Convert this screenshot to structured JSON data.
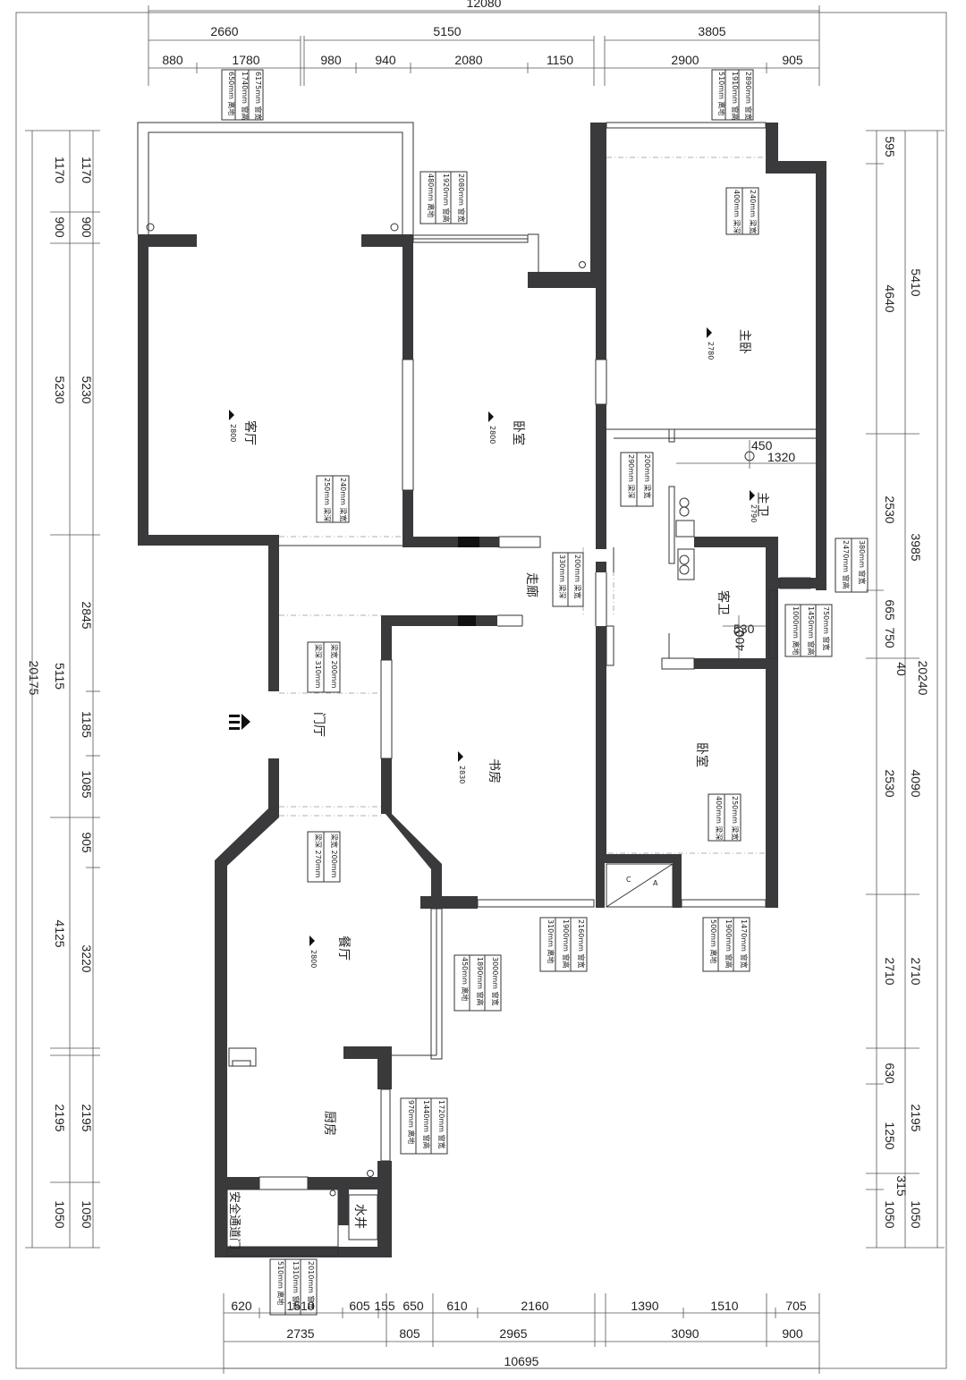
{
  "dims_top": {
    "total": "12080",
    "mid": [
      "2660",
      "5150",
      "3805"
    ],
    "sub": [
      "880",
      "1780",
      "980",
      "940",
      "2080",
      "1150",
      "2900",
      "905"
    ]
  },
  "dims_bottom": {
    "sub": [
      "620",
      "1510",
      "605",
      "155",
      "650",
      "610",
      "2160",
      "1390",
      "1510",
      "705"
    ],
    "mid": [
      "2735",
      "805",
      "2965",
      "3090",
      "900"
    ],
    "total": "10695"
  },
  "dims_left": {
    "total": "20175",
    "mid": [
      "1170",
      "900",
      "5230",
      "5115",
      "4125",
      "2195",
      "1050"
    ],
    "sub": [
      "1170",
      "900",
      "5230",
      "2845",
      "1185",
      "1085",
      "905",
      "3220",
      "2195",
      "1050"
    ]
  },
  "dims_right": {
    "total": "20240",
    "mid": [
      "5410",
      "3985",
      "4090",
      "2710",
      "2195",
      "1050"
    ],
    "sub": [
      "595",
      "4640",
      "2530",
      "665",
      "750",
      "40",
      "630",
      "1250",
      "315",
      "1050"
    ]
  },
  "rooms": {
    "living": "客厅",
    "bedroom_nw": "卧室",
    "master": "主卧",
    "master_bath": "主卫",
    "guest_bath": "客卫",
    "corridor": "走廊",
    "foyer": "门厅",
    "study": "书房",
    "bedroom_e": "卧室",
    "dining": "餐厅",
    "kitchen": "厨房",
    "exit": "安全通道门",
    "well": "水井"
  },
  "heights": {
    "living": "2800",
    "bedroom_nw": "2800",
    "master": "2780",
    "master_bath": "2790",
    "study": "2830",
    "dining": "2800"
  },
  "notes": {
    "top_left": [
      "6175mm 窗宽",
      "1740mm 窗高",
      "650mm 离地"
    ],
    "top_right": [
      "2890mm 窗宽",
      "1910mm 窗高",
      "510mm 离地"
    ],
    "nw_window": [
      "2080mm 窗宽",
      "1920mm 窗高",
      "480mm 离地"
    ],
    "master_beam": [
      "240mm 梁宽",
      "400mm 梁深"
    ],
    "living_beam": [
      "240mm 梁宽",
      "250mm 梁深"
    ],
    "bath_beam": [
      "200mm 梁宽",
      "290mm 梁深"
    ],
    "corridor_beam": [
      "200mm 梁宽",
      "330mm 梁深"
    ],
    "right_window": [
      "380mm 窗宽",
      "2470mm 窗高"
    ],
    "guest_window": [
      "750mm 窗宽",
      "1450mm 窗高",
      "1000mm 离地"
    ],
    "foyer_beam": [
      "梁宽 200mm",
      "梁深 310mm"
    ],
    "dining_beam": [
      "梁宽 200mm",
      "梁深 270mm"
    ],
    "bedroom_beam": [
      "250mm 梁宽",
      "400mm 梁深"
    ],
    "study_window": [
      "2160mm 窗宽",
      "1900mm 窗高",
      "310mm 离地"
    ],
    "bedroom_window": [
      "1470mm 窗宽",
      "1900mm 窗高",
      "500mm 离地"
    ],
    "dining_window": [
      "3000mm 窗宽",
      "1890mm 窗高",
      "450mm 离地"
    ],
    "kitchen_window": [
      "1720mm 窗宽",
      "1440mm 窗高",
      "970mm 离地"
    ],
    "bottom_window": [
      "2010mm 窗宽",
      "1310mm 窗高",
      "510mm 离地"
    ]
  },
  "bath_dims": {
    "a": "450",
    "b": "1320",
    "c": "530",
    "d": "400"
  },
  "shaft_labels": [
    "A",
    "C"
  ]
}
